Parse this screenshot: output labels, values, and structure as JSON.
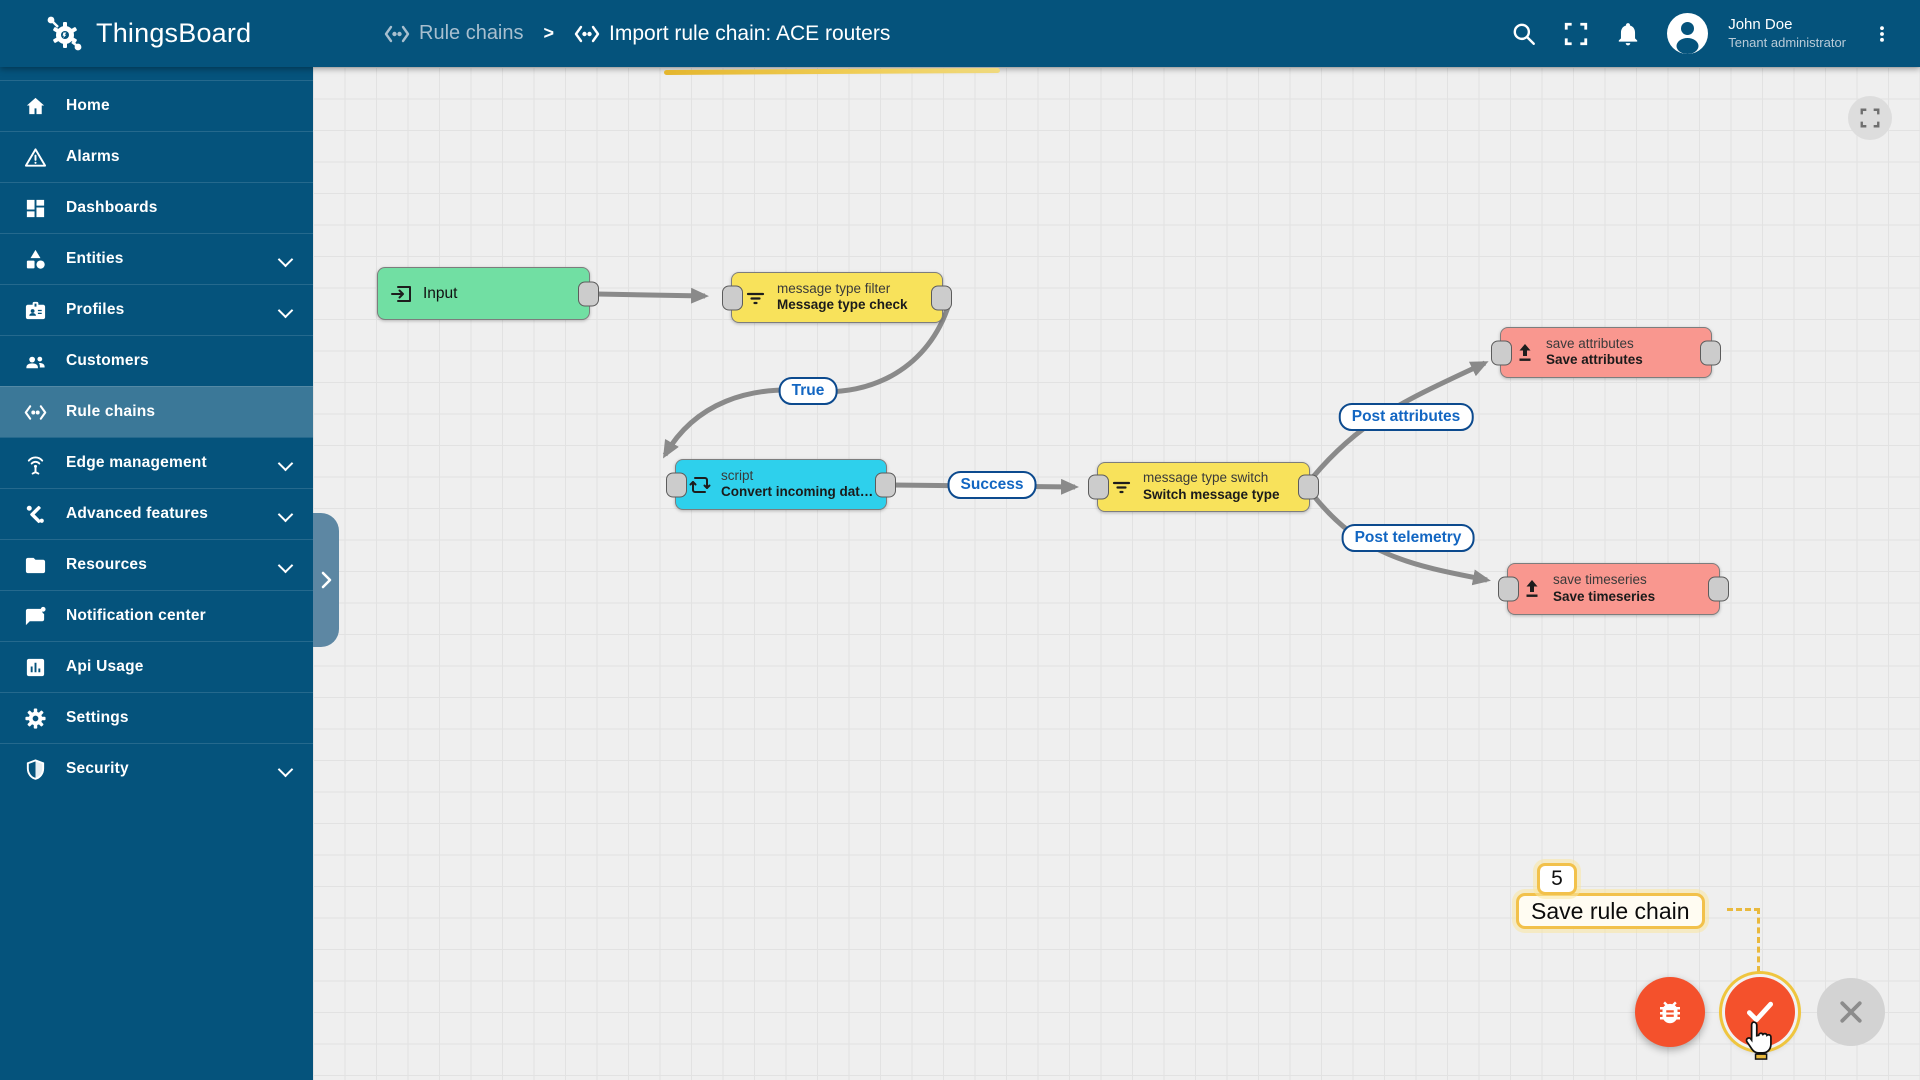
{
  "app": {
    "name": "ThingsBoard"
  },
  "header": {
    "breadcrumb": {
      "parent": "Rule chains",
      "separator": ">",
      "current": "Import rule chain: ACE routers"
    },
    "user": {
      "name": "John Doe",
      "role": "Tenant administrator"
    },
    "icons": [
      "search-icon",
      "fullscreen-icon",
      "notifications-icon",
      "avatar",
      "more-vert-icon"
    ]
  },
  "sidebar": {
    "items": [
      {
        "label": "Home",
        "icon": "home-icon",
        "expandable": false,
        "selected": false
      },
      {
        "label": "Alarms",
        "icon": "alarm-icon",
        "expandable": false,
        "selected": false
      },
      {
        "label": "Dashboards",
        "icon": "dashboards-icon",
        "expandable": false,
        "selected": false
      },
      {
        "label": "Entities",
        "icon": "entities-icon",
        "expandable": true,
        "selected": false
      },
      {
        "label": "Profiles",
        "icon": "profiles-icon",
        "expandable": true,
        "selected": false
      },
      {
        "label": "Customers",
        "icon": "customers-icon",
        "expandable": false,
        "selected": false
      },
      {
        "label": "Rule chains",
        "icon": "rule-chains-icon",
        "expandable": false,
        "selected": true
      },
      {
        "label": "Edge management",
        "icon": "edge-icon",
        "expandable": true,
        "selected": false
      },
      {
        "label": "Advanced features",
        "icon": "tools-icon",
        "expandable": true,
        "selected": false
      },
      {
        "label": "Resources",
        "icon": "folder-icon",
        "expandable": true,
        "selected": false
      },
      {
        "label": "Notification center",
        "icon": "notification-center-icon",
        "expandable": false,
        "selected": false
      },
      {
        "label": "Api Usage",
        "icon": "chart-icon",
        "expandable": false,
        "selected": false
      },
      {
        "label": "Settings",
        "icon": "gear-icon",
        "expandable": false,
        "selected": false
      },
      {
        "label": "Security",
        "icon": "shield-icon",
        "expandable": true,
        "selected": true
      }
    ]
  },
  "canvas": {
    "nodes": [
      {
        "id": "input",
        "label": "Input",
        "color": "#71DFA3",
        "icon": "login-icon"
      },
      {
        "id": "message-type-filter",
        "type": "message type filter",
        "name": "Message type check",
        "color": "#F8E25B",
        "icon": "filter-icon"
      },
      {
        "id": "script",
        "type": "script",
        "name": "Convert incoming dat…",
        "color": "#2ED0EC",
        "icon": "transform-icon"
      },
      {
        "id": "message-type-switch",
        "type": "message type switch",
        "name": "Switch message type",
        "color": "#F8E25B",
        "icon": "filter-icon"
      },
      {
        "id": "save-attributes",
        "type": "save attributes",
        "name": "Save attributes",
        "color": "#F9978F",
        "icon": "upload-icon"
      },
      {
        "id": "save-timeseries",
        "type": "save timeseries",
        "name": "Save timeseries",
        "color": "#F9978F",
        "icon": "upload-icon"
      }
    ],
    "links": [
      {
        "label": "True"
      },
      {
        "label": "Success"
      },
      {
        "label": "Post attributes"
      },
      {
        "label": "Post telemetry"
      }
    ]
  },
  "tutorial": {
    "step": "5",
    "tooltip": "Save rule chain"
  },
  "fab": {
    "buttons": [
      "debug-button",
      "save-button",
      "close-button"
    ]
  },
  "colors": {
    "header": "#05537C",
    "selected_item": "rgba(255,255,255,0.22)",
    "node_green": "#71DFA3",
    "node_yellow": "#F8E25B",
    "node_cyan": "#2ED0EC",
    "node_salmon": "#F9978F",
    "wire": "#8A8A8A",
    "link_border": "#0C4A8E",
    "link_text": "#1266C2",
    "tutorial_gold": "#F2C14B",
    "fab_orange": "#F4512C",
    "fab_gray": "#D3D3D3"
  }
}
